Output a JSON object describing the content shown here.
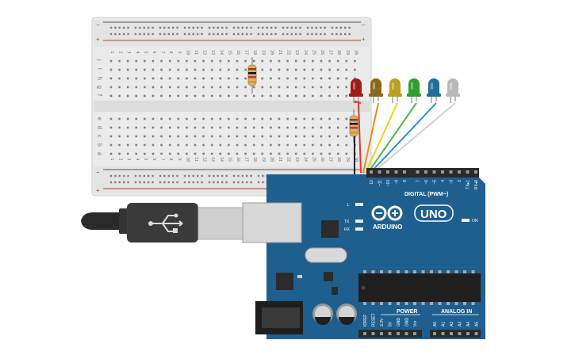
{
  "breadboard": {
    "rail_plus": "+",
    "rail_minus": "−",
    "rows_top": [
      "j",
      "i",
      "h",
      "g",
      "f"
    ],
    "rows_bottom": [
      "e",
      "d",
      "c",
      "b",
      "a"
    ],
    "column_numbers": [
      "1",
      "2",
      "3",
      "4",
      "5",
      "6",
      "7",
      "8",
      "9",
      "10",
      "11",
      "12",
      "13",
      "14",
      "15",
      "16",
      "17",
      "18",
      "19",
      "20",
      "21",
      "22",
      "23",
      "24",
      "25",
      "26",
      "27",
      "28",
      "29",
      "30"
    ]
  },
  "leds": [
    {
      "color": "#a01c1c",
      "name": "red"
    },
    {
      "color": "#8a6a1a",
      "name": "brown"
    },
    {
      "color": "#b9a01e",
      "name": "yellow"
    },
    {
      "color": "#2e9e2e",
      "name": "green"
    },
    {
      "color": "#1f6f9a",
      "name": "blue"
    },
    {
      "color": "#b8b8b8",
      "name": "white"
    }
  ],
  "wires": {
    "colors": [
      "#e8332b",
      "#f08a1c",
      "#f2d21a",
      "#4cb94a",
      "#2a8fd6",
      "#d0d0d0"
    ]
  },
  "arduino": {
    "brand": "ARDUINO",
    "model": "UNO",
    "digital_header": "DIGITAL (PWM~)",
    "digital_pins": [
      "12",
      "~11",
      "~10",
      "~9",
      "8",
      "7",
      "~6",
      "~5",
      "4",
      "~3",
      "2",
      "TX▸1",
      "RX◂0"
    ],
    "power_label": "POWER",
    "power_pins": [
      "IOREF",
      "RESET",
      "3.3V",
      "5V",
      "GND",
      "GND",
      "Vin"
    ],
    "analog_label": "ANALOG IN",
    "analog_pins": [
      "A0",
      "A1",
      "A2",
      "A3",
      "A4",
      "A5"
    ],
    "led_l": "L",
    "led_tx": "TX",
    "led_rx": "RX",
    "led_on": "ON",
    "board_color": "#1f5f8f"
  }
}
